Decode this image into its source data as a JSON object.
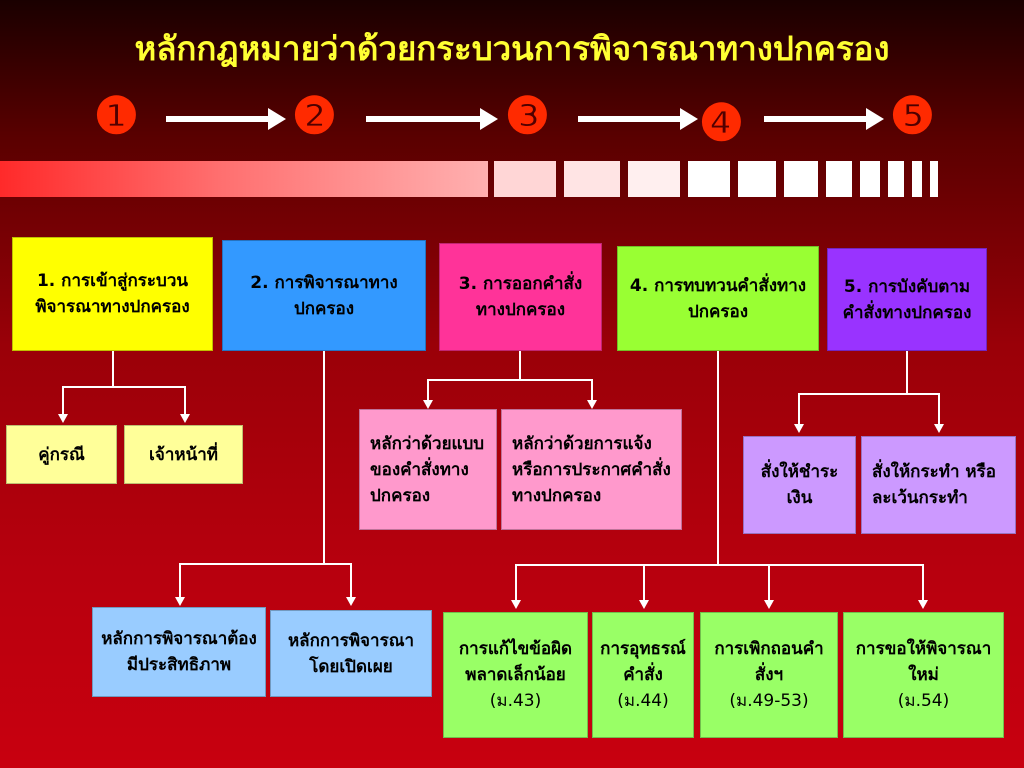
{
  "title": "หลักกฎหมายว่าด้วยกระบวนการพิจารณาทางปกครอง",
  "steps": [
    "❶",
    "❷",
    "❸",
    "❹",
    "❺"
  ],
  "colors": {
    "yellow": "#ffff00",
    "blue": "#3399ff",
    "magenta": "#ff3399",
    "green": "#99ff33",
    "purple": "#9933ff",
    "light_yellow": "#ffff99",
    "light_blue": "#99ccff",
    "light_pink": "#ff99cc",
    "light_green": "#99ff66",
    "light_purple": "#cc99ff"
  },
  "main": {
    "b1": "1. การเข้าสู่กระบวนพิจารณาทางปกครอง",
    "b2": "2. การพิจารณาทางปกครอง",
    "b3": "3. การออกคำสั่งทางปกครอง",
    "b4": "4. การทบทวนคำสั่งทางปกครอง",
    "b5": "5. การบังคับตามคำสั่งทางปกครอง"
  },
  "sub1": [
    "คู่กรณี",
    "เจ้าหน้าที่"
  ],
  "sub2": [
    "หลักการพิจารณาต้องมีประสิทธิภาพ",
    "หลักการพิจารณาโดยเปิดเผย"
  ],
  "sub3": [
    "หลักว่าด้วยแบบของคำสั่งทางปกครอง",
    "หลักว่าด้วยการแจ้งหรือการประกาศคำสั่งทางปกครอง"
  ],
  "sub4": [
    {
      "label": "การแก้ไขข้อผิดพลาดเล็กน้อย",
      "ref": "(ม.43)"
    },
    {
      "label": "การอุทธรณ์คำสั่ง",
      "ref": "(ม.44)"
    },
    {
      "label": "การเพิกถอนคำสั่งฯ",
      "ref": "(ม.49-53)"
    },
    {
      "label": "การขอให้พิจารณาใหม่",
      "ref": "(ม.54)"
    }
  ],
  "sub5": [
    "สั่งให้ชำระเงิน",
    "สั่งให้กระทำ หรือ ละเว้นกระทำ"
  ]
}
